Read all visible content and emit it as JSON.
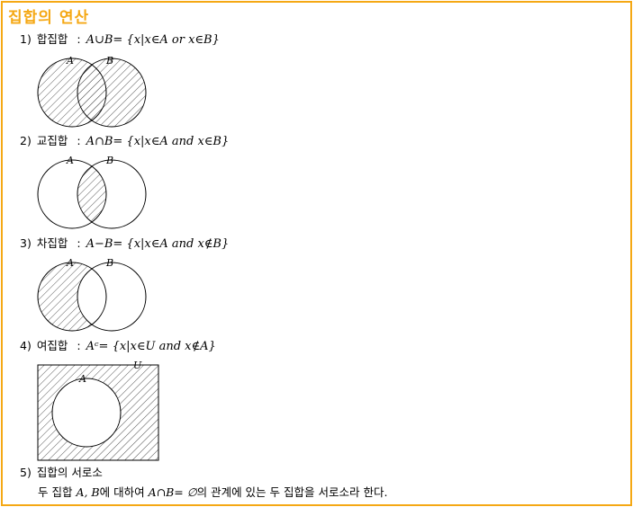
{
  "title": "집합의 연산",
  "sections": [
    {
      "num": "1)",
      "label": "합집합",
      "sep": ":",
      "formula": "A∪B= {x|x∈A  or  x∈B}",
      "set_a": "A",
      "set_b": "B"
    },
    {
      "num": "2)",
      "label": "교집합",
      "sep": ":",
      "formula": "A∩B= {x|x∈A  and  x∈B}",
      "set_a": "A",
      "set_b": "B"
    },
    {
      "num": "3)",
      "label": "차집합",
      "sep": ":",
      "formula": "A−B= {x|x∈A  and  x∉B}",
      "set_a": "A",
      "set_b": "B"
    },
    {
      "num": "4)",
      "label": "여집합",
      "sep": ":",
      "formula": "Aᶜ= {x|x∈U and  x∉A}",
      "set_a": "A",
      "set_u": "U"
    },
    {
      "num": "5)",
      "label": "집합의 서로소"
    }
  ],
  "description": {
    "pre": "두 집합 ",
    "sets": "A, B",
    "mid": "에 대하여 ",
    "math": "A∩B= ∅",
    "post": "의 관계에 있는 두 집합을 서로소라 한다."
  }
}
